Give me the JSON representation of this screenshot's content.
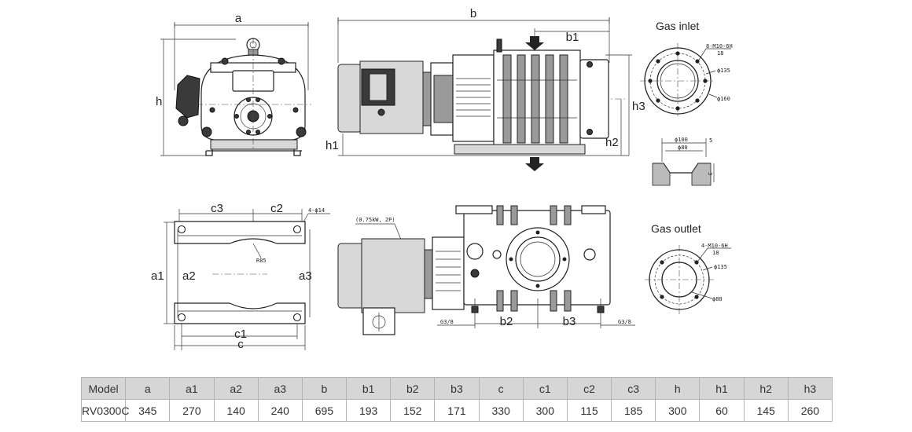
{
  "dimension_labels": {
    "front": {
      "a": "a",
      "h": "h"
    },
    "side": {
      "b": "b",
      "b1": "b1",
      "h1": "h1",
      "h2": "h2",
      "h3": "h3"
    },
    "base": {
      "c3": "c3",
      "c2": "c2",
      "a1": "a1",
      "a2": "a2",
      "a3": "a3",
      "c1": "c1",
      "c": "c",
      "bolt_holes": "4-ϕ14",
      "radius": "R85"
    },
    "top": {
      "b2": "b2",
      "b3": "b3",
      "motor_note": "(0.75kW, 2P)",
      "port_left": "G3/8",
      "port_right": "G3/8"
    }
  },
  "gas_inlet": {
    "title": "Gas inlet",
    "bolts": "8-M10-6H",
    "depth": "18",
    "pcd": "ϕ135",
    "od": "ϕ160",
    "section_d1": "ϕ100",
    "section_d2": "ϕ80",
    "section_t1": "5",
    "section_t2": "3"
  },
  "gas_outlet": {
    "title": "Gas outlet",
    "bolts": "4-M10-6H",
    "depth": "18",
    "pcd": "ϕ135",
    "id": "ϕ80"
  },
  "spec_table": {
    "headers": [
      "Model",
      "a",
      "a1",
      "a2",
      "a3",
      "b",
      "b1",
      "b2",
      "b3",
      "c",
      "c1",
      "c2",
      "c3",
      "h",
      "h1",
      "h2",
      "h3"
    ],
    "row": [
      "RV0300C",
      "345",
      "270",
      "140",
      "240",
      "695",
      "193",
      "152",
      "171",
      "330",
      "300",
      "115",
      "185",
      "300",
      "60",
      "145",
      "260"
    ]
  }
}
